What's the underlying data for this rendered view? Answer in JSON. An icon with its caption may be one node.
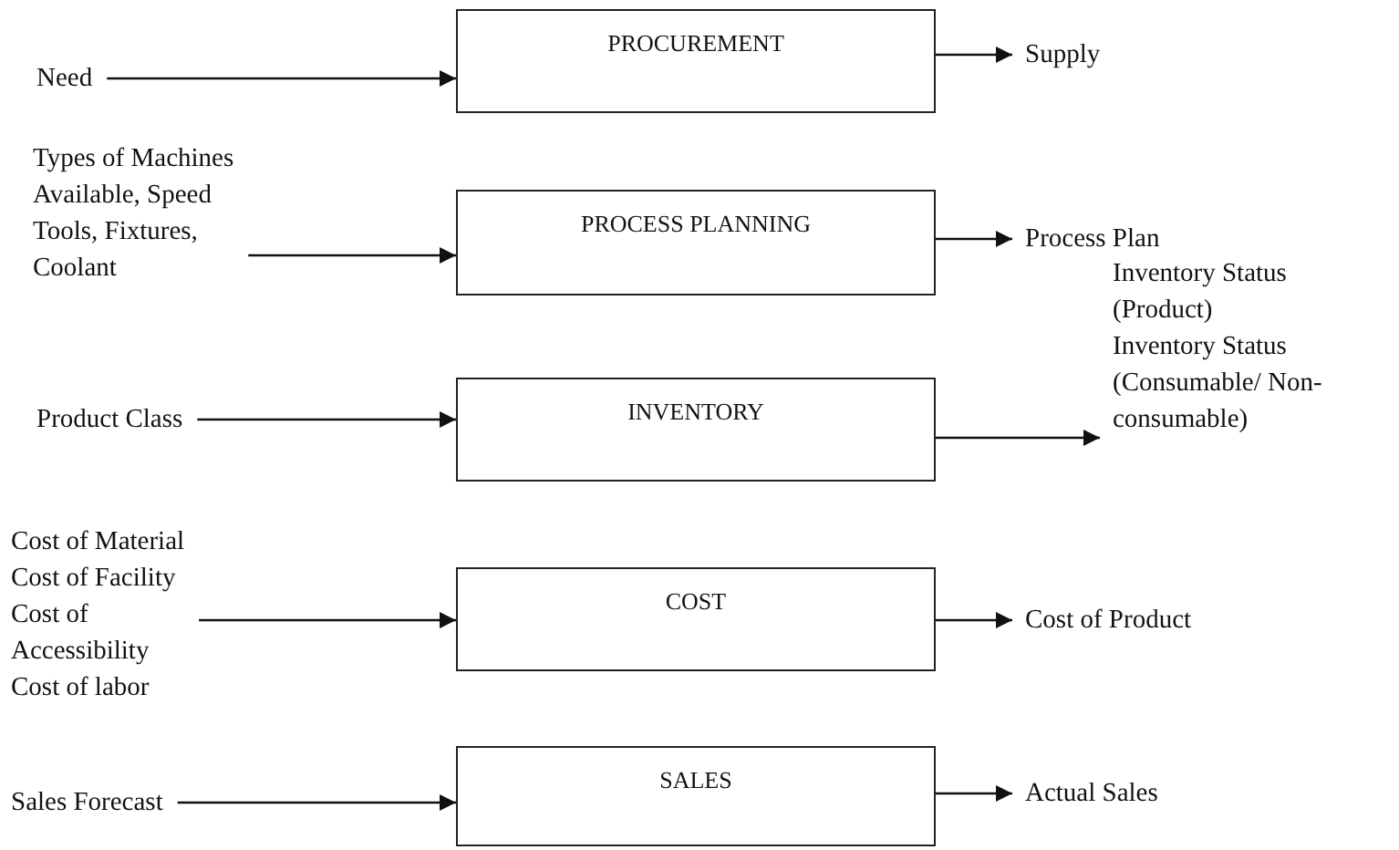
{
  "diagram": {
    "nodes": [
      {
        "text": [
          "PROCUREMENT"
        ]
      },
      {
        "text": [
          "PROCESS PLANNING"
        ]
      },
      {
        "text": [
          "INVENTORY"
        ]
      },
      {
        "text": [
          "COST"
        ]
      },
      {
        "text": [
          "SALES"
        ]
      },
      {
        "text": [
          "Need"
        ]
      },
      {
        "text": [
          "Types of Machines Available, Speed Tools, Fixtures, Coolant"
        ]
      },
      {
        "text": [
          "Product Class"
        ]
      },
      {
        "text": [
          "Cost of Material",
          "Cost of Facility",
          "Cost of Accessibility",
          "Cost of labor"
        ]
      },
      {
        "text": [
          "Sales Forecast"
        ]
      },
      {
        "text": [
          "Supply"
        ]
      },
      {
        "text": [
          "Process Plan"
        ]
      },
      {
        "text": [
          "Inventory Status (Product)",
          "Inventory Status (Consumable/ Non-consumable)"
        ]
      },
      {
        "text": [
          "Cost of Product"
        ]
      },
      {
        "text": [
          "Actual Sales"
        ]
      }
    ],
    "edges": [
      {
        "from": 5,
        "to": 0,
        "arrow": "to"
      },
      {
        "from": 6,
        "to": 1,
        "arrow": "to"
      },
      {
        "from": 7,
        "to": 2,
        "arrow": "to"
      },
      {
        "from": 8,
        "to": 3,
        "arrow": "to"
      },
      {
        "from": 9,
        "to": 4,
        "arrow": "to"
      },
      {
        "from": 0,
        "to": 10,
        "arrow": "to"
      },
      {
        "from": 1,
        "to": 11,
        "arrow": "to"
      },
      {
        "from": 2,
        "to": 12,
        "arrow": "to"
      },
      {
        "from": 3,
        "to": 13,
        "arrow": "to"
      },
      {
        "from": 4,
        "to": 14,
        "arrow": "to"
      }
    ]
  }
}
